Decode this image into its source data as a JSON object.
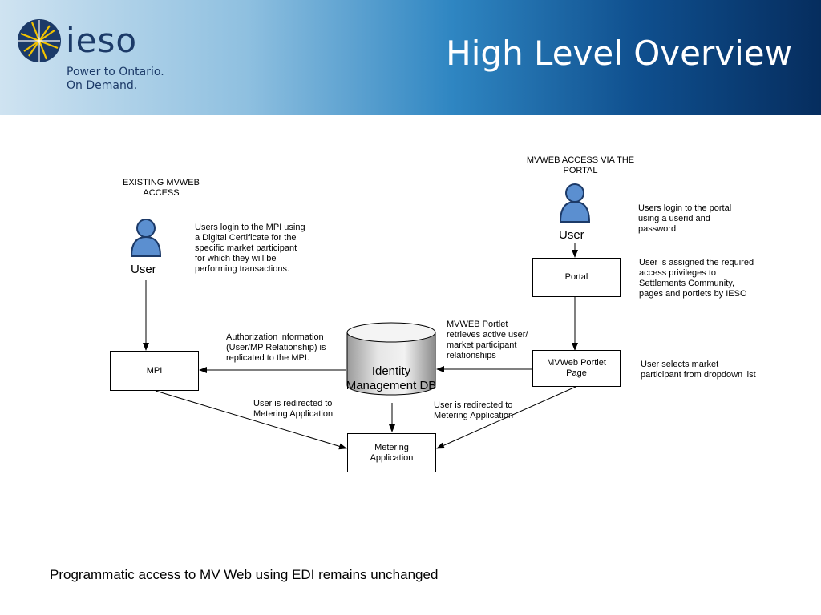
{
  "header": {
    "logo": "ieso",
    "tagline_1": "Power to Ontario.",
    "tagline_2": "On Demand.",
    "title": "High Level Overview"
  },
  "diagram": {
    "existing_heading": "EXISTING MVWEB ACCESS",
    "portal_heading": "MVWEB ACCESS VIA THE PORTAL",
    "user_left": "User",
    "user_right": "User",
    "note_mpi_login": "Users login to the MPI using a Digital Certificate for the specific market participant for which they will be performing transactions.",
    "note_portal_login": "Users login to the portal using a  userid and password",
    "note_privileges": "User is assigned the required access privileges to Settlements Community, pages and portlets by IESO",
    "note_portlet_retrieves": "MVWEB Portlet retrieves active user/ market participant relationships",
    "note_authorization": "Authorization information (User/MP Relationship) is replicated to the MPI.",
    "note_dropdown": "User selects market participant from dropdown list",
    "note_redirect_left": "User is redirected to Metering Application",
    "note_redirect_right": "User is redirected to Metering Application",
    "box_mpi": "MPI",
    "box_portal": "Portal",
    "box_portlet": "MVWeb Portlet Page",
    "box_metering": "Metering Application",
    "db_label": "Identity Management DB"
  },
  "footer": {
    "text": "Programmatic access to MV Web using EDI remains unchanged"
  },
  "colors": {
    "header_dark": "#062d5e",
    "header_light": "#cfe3f1",
    "user_icon": "#5b8fd0",
    "logo_accent": "#f2c200"
  }
}
